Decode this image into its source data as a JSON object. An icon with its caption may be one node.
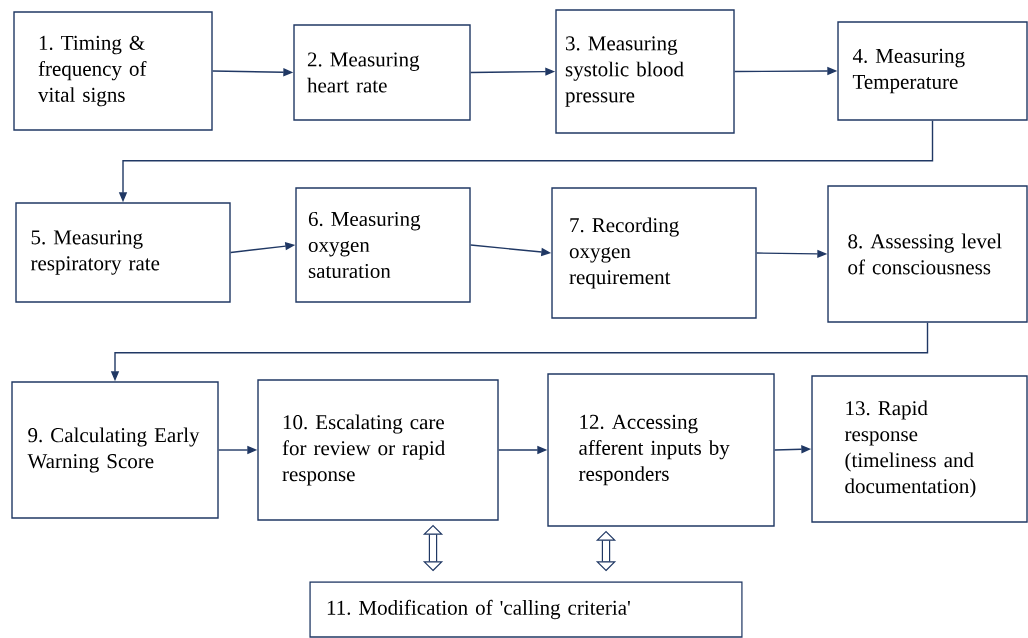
{
  "diagram": {
    "nodes": [
      {
        "text": [
          "1. Timing & frequency of vital signs"
        ]
      },
      {
        "text": [
          "2. Measuring heart rate"
        ]
      },
      {
        "text": [
          "3. Measuring systolic blood pressure"
        ]
      },
      {
        "text": [
          "4. Measuring Temperature"
        ]
      },
      {
        "text": [
          "5. Measuring respiratory rate"
        ]
      },
      {
        "text": [
          "6. Measuring oxygen saturation"
        ]
      },
      {
        "text": [
          "7. Recording oxygen requirement"
        ]
      },
      {
        "text": [
          "8. Assessing level of consciousness"
        ]
      },
      {
        "text": [
          "9. Calculating Early Warning Score"
        ]
      },
      {
        "text": [
          "10. Escalating care for review or rapid response"
        ]
      },
      {
        "text": [
          "12. Accessing afferent inputs by responders"
        ]
      },
      {
        "text": [
          "13. Rapid response (timeliness and documentation)"
        ]
      },
      {
        "text": [
          "11. Modification of 'calling criteria'"
        ]
      }
    ],
    "edges": [
      {
        "from": 0,
        "to": 1,
        "arrow": "to"
      },
      {
        "from": 1,
        "to": 2,
        "arrow": "to"
      },
      {
        "from": 2,
        "to": 3,
        "arrow": "to"
      },
      {
        "from": 3,
        "to": 4,
        "arrow": "to"
      },
      {
        "from": 4,
        "to": 5,
        "arrow": "to"
      },
      {
        "from": 5,
        "to": 6,
        "arrow": "to"
      },
      {
        "from": 6,
        "to": 7,
        "arrow": "to"
      },
      {
        "from": 7,
        "to": 8,
        "arrow": "to"
      },
      {
        "from": 8,
        "to": 9,
        "arrow": "to"
      },
      {
        "from": 9,
        "to": 10,
        "arrow": "to"
      },
      {
        "from": 10,
        "to": 11,
        "arrow": "to"
      },
      {
        "from": 9,
        "to": 12,
        "arrow": "both",
        "style": "thick"
      },
      {
        "from": 10,
        "to": 12,
        "arrow": "both",
        "style": "thick"
      }
    ]
  }
}
